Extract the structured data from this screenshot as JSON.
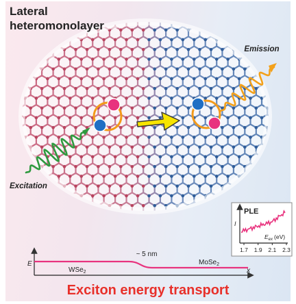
{
  "header": {
    "title_line1": "Lateral",
    "title_line2": "heteromonolayer"
  },
  "labels": {
    "emission": "Emission",
    "excitation": "Excitation",
    "bottom_title": "Exciton energy transport"
  },
  "inset": {
    "title": "PLE",
    "y_label": "I",
    "x_label": "E",
    "x_label_sub": "ex",
    "x_unit": "(eV)",
    "ticks": [
      "1.7",
      "1.9",
      "2.1",
      "2.3"
    ]
  },
  "energy_profile": {
    "y_label": "E",
    "x_label": "x",
    "width_label": "~ 5 nm",
    "left_material": "WSe",
    "left_sub": "2",
    "right_material": "MoSe",
    "right_sub": "2"
  },
  "colors": {
    "wse2_lattice": "#c44d6b",
    "mose2_lattice": "#3d6ca8",
    "hole": "#e8337e",
    "electron": "#1f6fc4",
    "exciton_ring": "#f39a1a",
    "transport_arrow": "#f7e400",
    "excitation_wave": "#2f9a3f",
    "emission_wave": "#f3a11b",
    "title_red": "#e8302a"
  }
}
